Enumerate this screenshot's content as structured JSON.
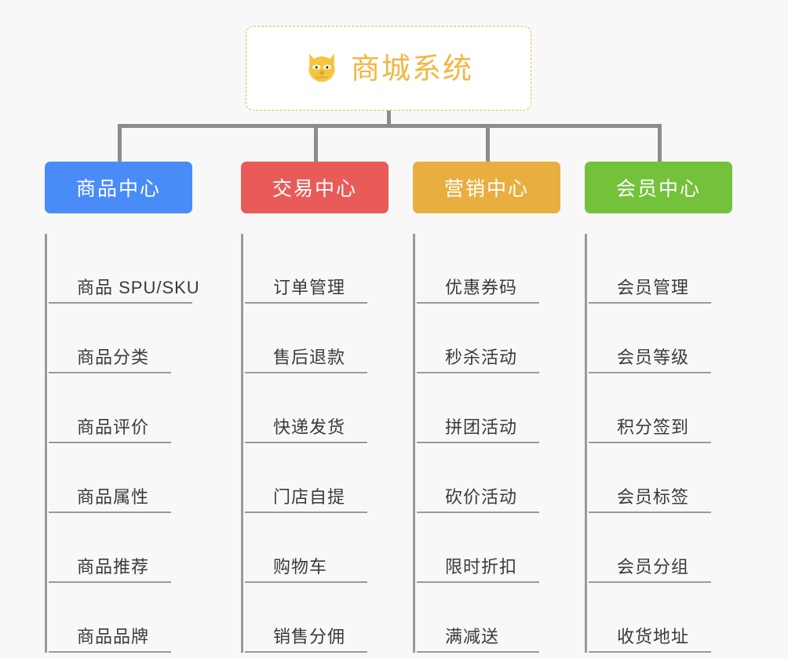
{
  "diagram": {
    "title": "商城系统",
    "root": {
      "label": "商城系统",
      "icon": "dog-face-emoji",
      "border_color": "#e8b657",
      "text_color": "#f0b740",
      "background": "#ffffff"
    },
    "connector_color": "#8c8c8c",
    "leaf_line_color": "#9a9a9a",
    "background": "#f8f8f8",
    "branches": [
      {
        "label": "商品中心",
        "color": "#4a8cf7",
        "items": [
          "商品 SPU/SKU",
          "商品分类",
          "商品评价",
          "商品属性",
          "商品推荐",
          "商品品牌"
        ]
      },
      {
        "label": "交易中心",
        "color": "#e95b58",
        "items": [
          "订单管理",
          "售后退款",
          "快递发货",
          "门店自提",
          "购物车",
          "销售分佣"
        ]
      },
      {
        "label": "营销中心",
        "color": "#e9ae40",
        "items": [
          "优惠券码",
          "秒杀活动",
          "拼团活动",
          "砍价活动",
          "限时折扣",
          "满减送"
        ]
      },
      {
        "label": "会员中心",
        "color": "#74c13c",
        "items": [
          "会员管理",
          "会员等级",
          "积分签到",
          "会员标签",
          "会员分组",
          "收货地址"
        ]
      }
    ]
  }
}
